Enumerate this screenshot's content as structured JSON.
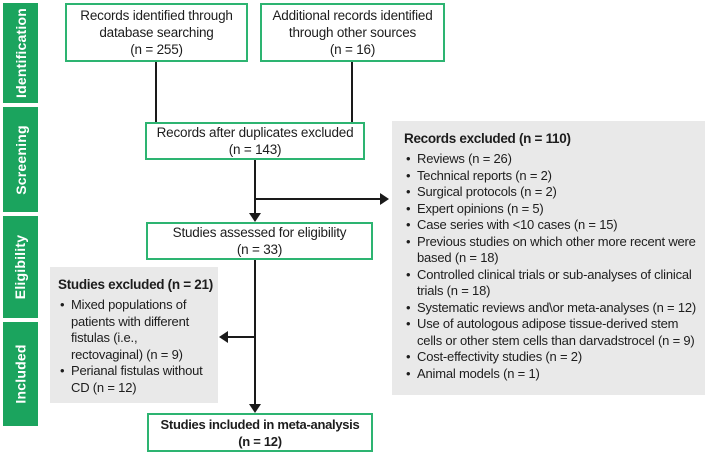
{
  "colors": {
    "stage_green": "#1ba45e",
    "box_border_green": "#2db471",
    "panel_gray": "#e9e9e9",
    "text": "#1d1d1d",
    "connector_black": "#1a1a1a"
  },
  "stages": [
    {
      "label": "Identification"
    },
    {
      "label": "Screening"
    },
    {
      "label": "Eligibility"
    },
    {
      "label": "Included"
    }
  ],
  "boxes": {
    "db_search": {
      "text": "Records identified through database searching",
      "count": "(n = 255)"
    },
    "other_sources": {
      "text": "Additional records identified through other sources",
      "count": "(n = 16)"
    },
    "after_duplicates": {
      "text": "Records after duplicates excluded",
      "count": "(n = 143)"
    },
    "eligibility": {
      "text": "Studies assessed for eligibility",
      "count": "(n = 33)"
    },
    "included": {
      "text": "Studies included in meta-analysis",
      "count": "(n = 12)"
    }
  },
  "records_excluded": {
    "title": "Records excluded (n = 110)",
    "items": [
      "Reviews (n = 26)",
      "Technical reports (n = 2)",
      "Surgical protocols (n = 2)",
      "Expert opinions (n = 5)",
      "Case series with <10 cases (n = 15)",
      "Previous studies on which other more recent were based (n = 18)",
      "Controlled clinical trials or sub-analyses of clinical trials (n = 18)",
      "Systematic reviews and\\or meta-analyses (n = 12)",
      "Use of autologous adipose tissue-derived stem cells or other stem cells than darvadstrocel (n = 9)",
      "Cost-effectivity studies (n = 2)",
      "Animal models (n = 1)"
    ]
  },
  "studies_excluded": {
    "title": "Studies excluded (n = 21)",
    "items": [
      "Mixed populations of patients with different fistulas (i.e., rectovaginal) (n = 9)",
      "Perianal fistulas without CD (n = 12)"
    ]
  }
}
